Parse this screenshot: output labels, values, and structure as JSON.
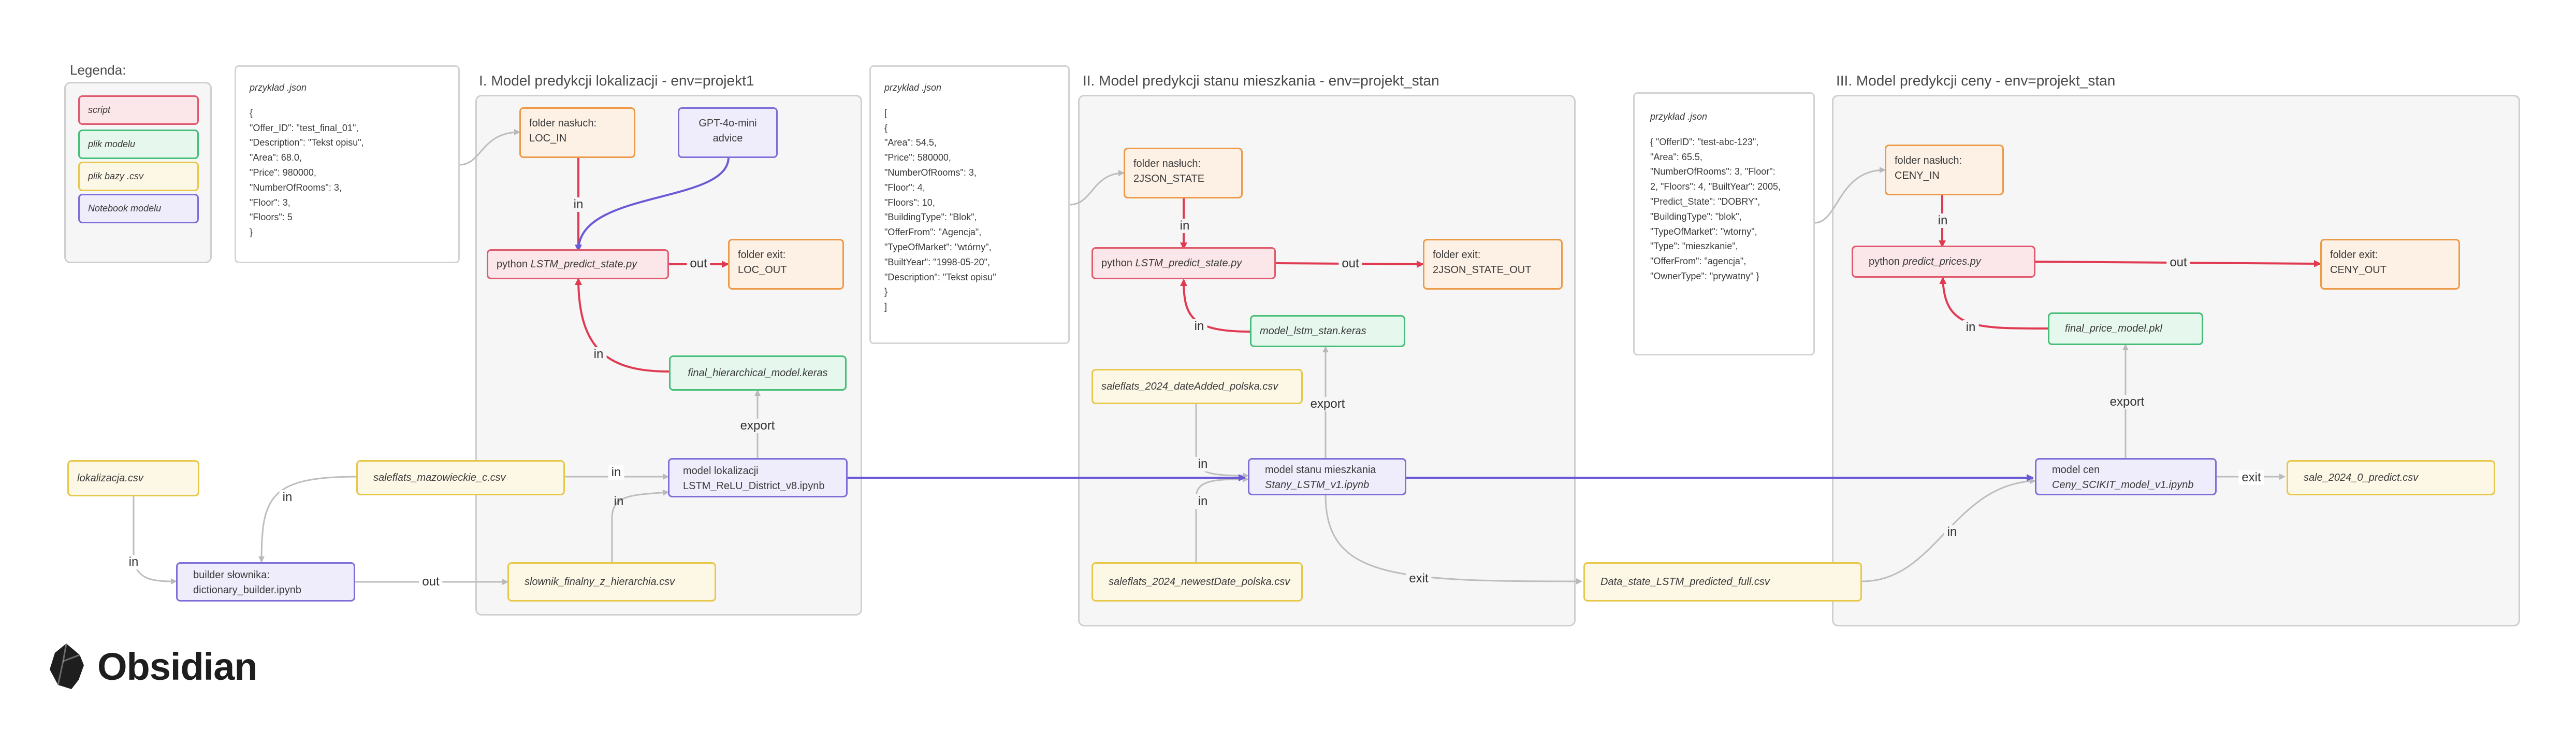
{
  "legend": {
    "title": "Legenda:",
    "items": [
      {
        "label": "script",
        "kind": "red"
      },
      {
        "label": "plik modelu",
        "kind": "green"
      },
      {
        "label": "plik bazy .csv",
        "kind": "yellow"
      },
      {
        "label": "Notebook modelu",
        "kind": "purple"
      }
    ]
  },
  "groups": {
    "g1": "I. Model predykcji lokalizacji - env=projekt1",
    "g2": "II. Model predykcji stanu mieszkania - env=projekt_stan",
    "g3": "III. Model predykcji ceny - env=projekt_stan"
  },
  "json_examples": {
    "ex1": {
      "title": "przykład .json",
      "lines": [
        "{",
        "\"Offer_ID\": \"test_final_01\",",
        "\"Description\": \"Tekst opisu\",",
        "\"Area\": 68.0,",
        "\"Price\": 980000,",
        "\"NumberOfRooms\": 3,",
        "\"Floor\": 3,",
        "\"Floors\": 5",
        "}"
      ]
    },
    "ex2": {
      "title": "przykład .json",
      "lines": [
        "[",
        "{",
        "\"Area\": 54.5,",
        "\"Price\": 580000,",
        "\"NumberOfRooms\": 3,",
        "\"Floor\": 4,",
        "\"Floors\": 10,",
        "\"BuildingType\": \"Blok\",",
        "\"OfferFrom\": \"Agencja\",",
        "\"TypeOfMarket\": \"wtórny\",",
        "\"BuiltYear\": \"1998-05-20\",",
        "\"Description\": \"Tekst opisu\"",
        "}",
        "]"
      ]
    },
    "ex3": {
      "title": "przykład .json",
      "lines": [
        "{ \"OfferID\": \"test-abc-123\",",
        "\"Area\": 65.5,",
        "\"NumberOfRooms\": 3, \"Floor\":",
        "2, \"Floors\": 4, \"BuiltYear\": 2005,",
        "\"Predict_State\": \"DOBRY\",",
        "\"BuildingType\": \"blok\",",
        "\"TypeOfMarket\": \"wtorny\",",
        "\"Type\": \"mieszkanie\",",
        "\"OfferFrom\": \"agencja\",",
        "\"OwnerType\": \"prywatny\" }"
      ]
    }
  },
  "nodes": {
    "loc_in": {
      "line1": "folder nasłuch:",
      "line2": "LOC_IN"
    },
    "gpt": {
      "line1": "GPT-4o-mini",
      "line2": "advice"
    },
    "py_loc_prefix": "python ",
    "py_loc_file": "LSTM_predict_state.py",
    "loc_out": {
      "line1": "folder exit:",
      "line2": "LOC_OUT"
    },
    "keras_hier": "final_hierarchical_model.keras",
    "model_lok": {
      "line1": "model lokalizacji",
      "line2": "LSTM_ReLU_District_v8.ipynb"
    },
    "lokalizacja_csv": "lokalizacja.csv",
    "saleflats_maz": "saleflats_mazowieckie_c.csv",
    "builder": {
      "line1": "builder słownika:",
      "line2": "dictionary_builder.ipynb"
    },
    "slownik": "slownik_finalny_z_hierarchia.csv",
    "json_state_in": {
      "line1": "folder nasłuch:",
      "line2": "2JSON_STATE"
    },
    "py_state_prefix": "python ",
    "py_state_file": "LSTM_predict_state.py",
    "state_out": {
      "line1": "folder exit:",
      "line2": "2JSON_STATE_OUT"
    },
    "keras_stan": "model_lstm_stan.keras",
    "saleflats_date": "saleflats_2024_dateAdded_polska.csv",
    "model_stan": {
      "line1": "model stanu mieszkania",
      "line2": "Stany_LSTM_v1.ipynb"
    },
    "saleflats_newest": "saleflats_2024_newestDate_polska.csv",
    "data_state": "Data_state_LSTM_predicted_full.csv",
    "ceny_in": {
      "line1": "folder nasłuch:",
      "line2": "CENY_IN"
    },
    "py_ceny_prefix": "python ",
    "py_ceny_file": "predict_prices.py",
    "ceny_out": {
      "line1": "folder exit:",
      "line2": "CENY_OUT"
    },
    "pkl": "final_price_model.pkl",
    "model_cen": {
      "line1": "model cen",
      "line2": "Ceny_SCIKIT_model_v1.ipynb"
    },
    "sale_predict": "sale_2024_0_predict.csv"
  },
  "edge_labels": {
    "in": "in",
    "out": "out",
    "export": "export",
    "exit": "exit"
  },
  "logo": {
    "text": "Obsidian"
  }
}
